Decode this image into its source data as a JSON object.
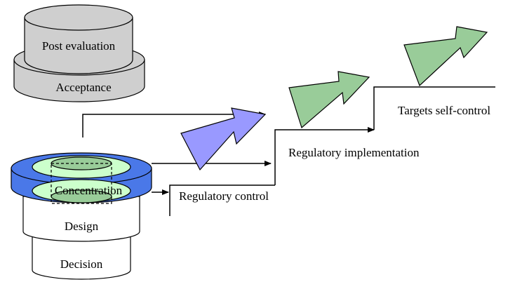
{
  "labels": {
    "post_evaluation": "Post evaluation",
    "acceptance": "Acceptance",
    "concentration": "Concentration",
    "design": "Design",
    "decision": "Decision",
    "regulatory_control": "Regulatory control",
    "regulatory_implementation": "Regulatory implementation",
    "targets_self_control": "Targets self-control"
  },
  "colors": {
    "gray_cylinder": "#cfcfcf",
    "blue_ring": "#4a78e8",
    "light_green": "#ccffcc",
    "mid_green": "#99cc99",
    "violet_arrow": "#9999ff",
    "green_arrow": "#99cc99",
    "line": "#000000"
  }
}
